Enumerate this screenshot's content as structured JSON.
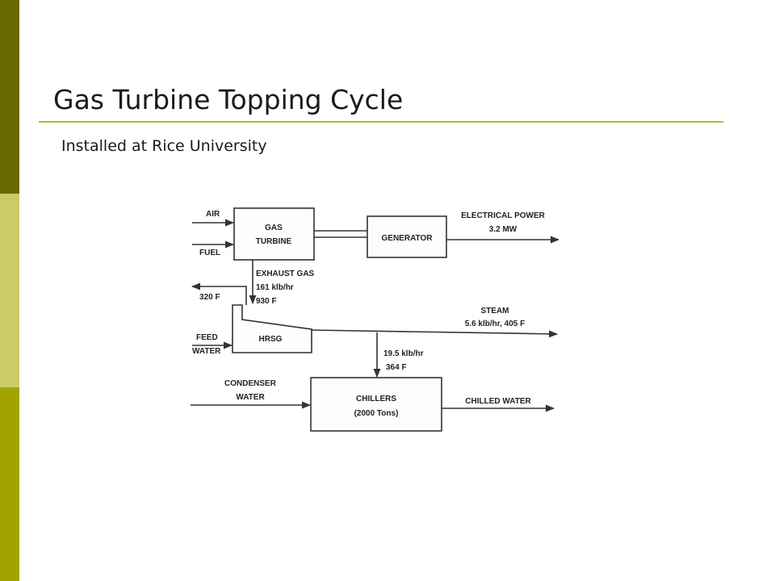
{
  "slide": {
    "title": "Gas Turbine Topping Cycle",
    "subtitle": "Installed at Rice University"
  },
  "diagram": {
    "air": "AIR",
    "fuel": "FUEL",
    "gas_turbine": [
      "GAS",
      "TURBINE"
    ],
    "generator": "GENERATOR",
    "electrical_power": [
      "ELECTRICAL POWER",
      "3.2 MW"
    ],
    "exhaust_gas": [
      "EXHAUST GAS",
      "161 klb/hr",
      "930 F"
    ],
    "stack": "320 F",
    "feed_water": [
      "FEED",
      "WATER"
    ],
    "hrsg": "HRSG",
    "steam": [
      "STEAM",
      "5.6 klb/hr, 405 F"
    ],
    "steam_branch": [
      "19.5 klb/hr",
      "364 F"
    ],
    "condenser_water": [
      "CONDENSER",
      "WATER"
    ],
    "chillers": [
      "CHILLERS",
      "(2000 Tons)"
    ],
    "chilled_water": "CHILLED WATER"
  },
  "colors": {
    "bar_top": "#6a6a00",
    "bar_mid": "#cccc66",
    "bar_bottom": "#a3a300",
    "rule": "#b5b53a"
  }
}
